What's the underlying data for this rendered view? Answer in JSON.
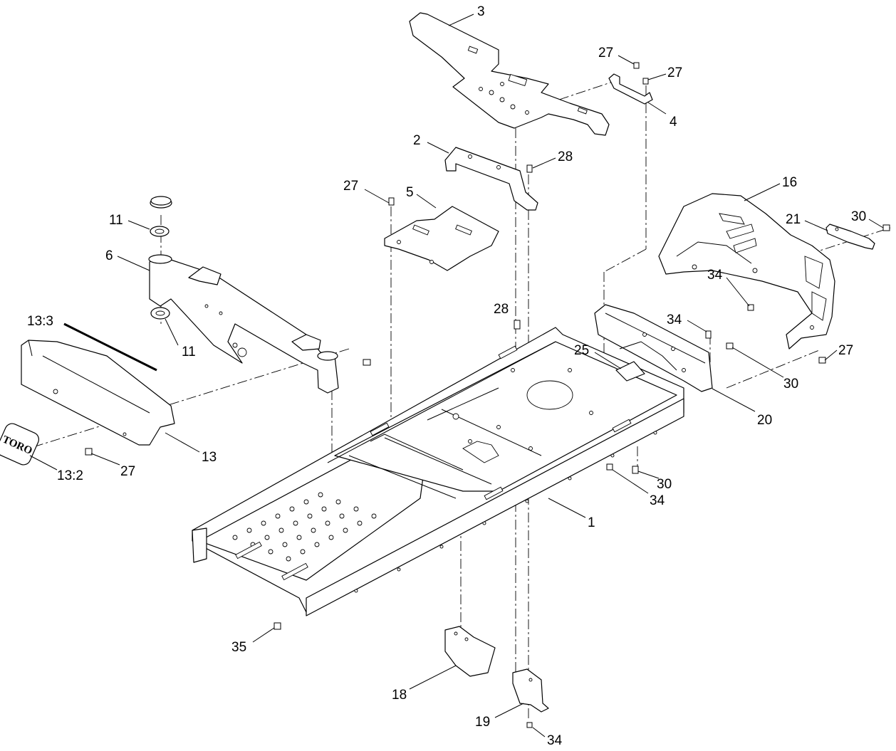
{
  "callouts": [
    {
      "label": "3"
    },
    {
      "label": "27"
    },
    {
      "label": "27"
    },
    {
      "label": "4"
    },
    {
      "label": "2"
    },
    {
      "label": "28"
    },
    {
      "label": "27"
    },
    {
      "label": "5"
    },
    {
      "label": "16"
    },
    {
      "label": "21"
    },
    {
      "label": "30"
    },
    {
      "label": "11"
    },
    {
      "label": "6"
    },
    {
      "label": "11"
    },
    {
      "label": "13:3"
    },
    {
      "label": "34"
    },
    {
      "label": "34"
    },
    {
      "label": "28"
    },
    {
      "label": "25"
    },
    {
      "label": "27"
    },
    {
      "label": "30"
    },
    {
      "label": "20"
    },
    {
      "label": "13"
    },
    {
      "label": "27"
    },
    {
      "label": "13:2"
    },
    {
      "label": "30"
    },
    {
      "label": "34"
    },
    {
      "label": "1"
    },
    {
      "label": "35"
    },
    {
      "label": "18"
    },
    {
      "label": "19"
    },
    {
      "label": "34"
    }
  ],
  "decal": {
    "text": "TORO"
  }
}
